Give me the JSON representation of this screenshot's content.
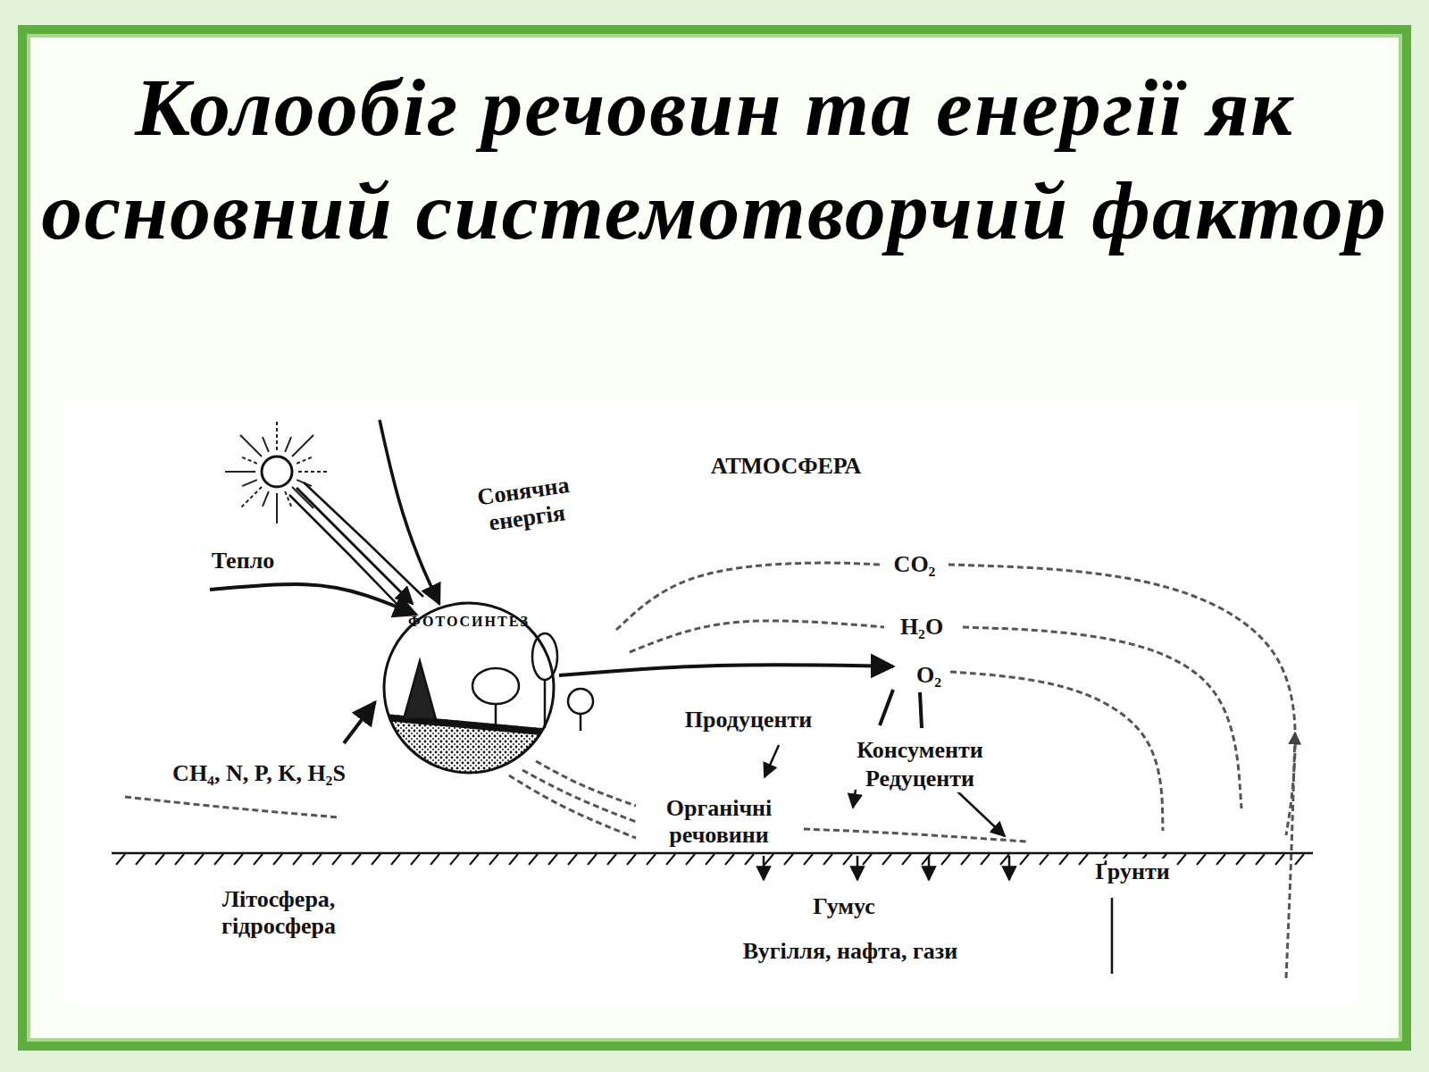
{
  "diagram": {
    "title": "Колообіг речовин та енергії як основний системотворчий фактор",
    "nodes": [
      {
        "text": [
          "ФОТОСИНТЕЗ"
        ]
      }
    ],
    "labels": [
      "АТМОСФЕРА",
      "Сонячна енергія",
      "Тепло",
      "CO₂",
      "H₂O",
      "O₂",
      "Продуценти",
      "Консументи",
      "CH₄, N, P, K, H₂S",
      "Редуценти",
      "Органічні речовини",
      "Ґрунти",
      "Літосфера, гідросфера",
      "Гумус",
      "Вугілля, нафта, гази"
    ]
  }
}
